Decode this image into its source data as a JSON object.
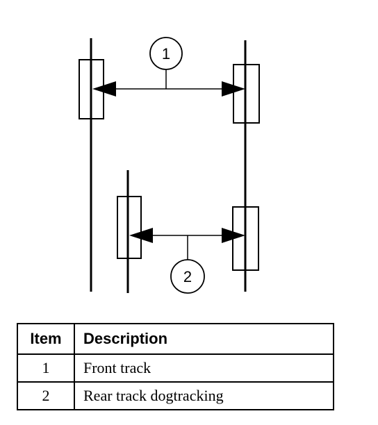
{
  "callouts": {
    "front": "1",
    "rear": "2"
  },
  "legend": {
    "headers": {
      "item": "Item",
      "description": "Description"
    },
    "rows": [
      {
        "item": "1",
        "description": "Front track"
      },
      {
        "item": "2",
        "description": "Rear track dogtracking"
      }
    ]
  },
  "colors": {
    "line": "#000000",
    "background": "#ffffff"
  }
}
